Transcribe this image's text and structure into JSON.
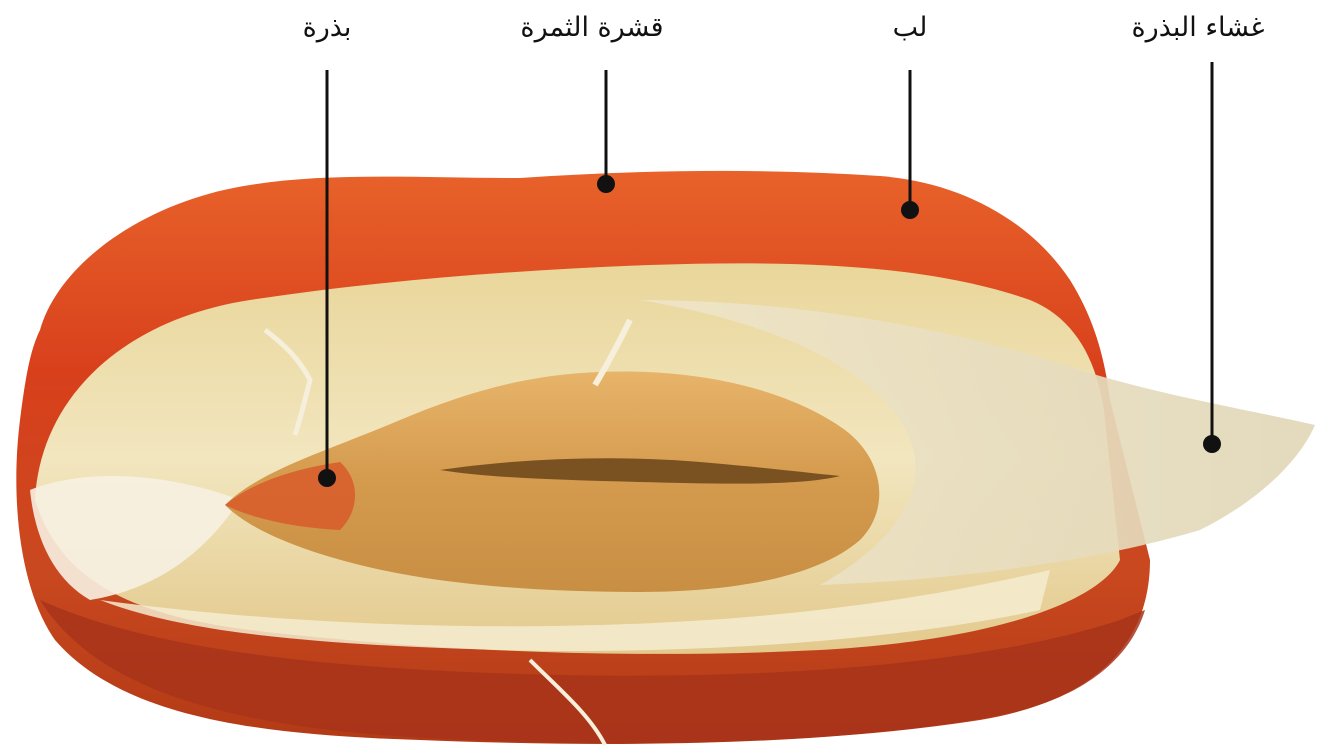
{
  "labels": {
    "seed": "بذرة",
    "fruit_skin": "قشرة الثمرة",
    "pulp": "لب",
    "seed_membrane": "غشاء البذرة"
  },
  "colors": {
    "skin_red": "#d8401c",
    "skin_orange": "#e8622a",
    "pulp_cream": "#efe0a8",
    "pulp_light": "#f5ecd0",
    "seed_gold": "#d7a257",
    "membrane": "#e7ddbf",
    "leader": "#111111"
  }
}
